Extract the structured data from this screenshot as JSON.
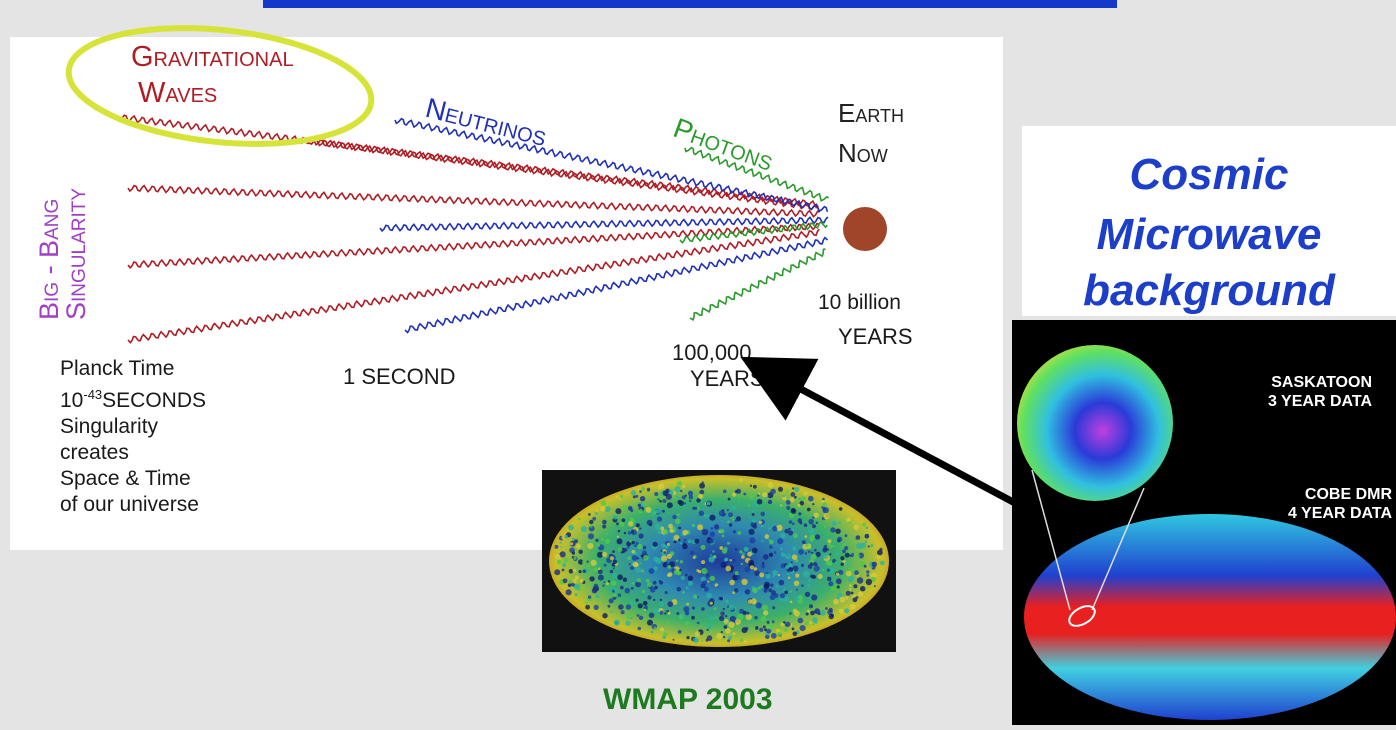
{
  "diagram": {
    "gravitational_line1": "Gravitational",
    "gravitational_line2": "Waves",
    "neutrinos": "Neutrinos",
    "photons": "Photons",
    "earth_line1": "Earth",
    "earth_line2": "Now",
    "big_bang_line1": "Big - Bang",
    "big_bang_line2": "Singularity",
    "planck_lines": [
      "Planck Time",
      "10",
      "-43",
      "SECONDS",
      "Singularity",
      "creates",
      "Space & Time",
      "of our universe"
    ],
    "one_second": "1 SECOND",
    "time_100k_line1": "100,000",
    "time_100k_line2": "YEARS",
    "billion_line1": "10 billion",
    "billion_line2": "YEARS"
  },
  "cmb": {
    "line1": "Cosmic",
    "line2": "Microwave",
    "line3": "background"
  },
  "wmap_label": "WMAP 2003",
  "cobe_panel": {
    "saskatoon_line1": "SASKATOON",
    "saskatoon_line2": "3 YEAR DATA",
    "cobe_line1": "COBE DMR",
    "cobe_line2": "4 YEAR DATA"
  },
  "colors": {
    "gravitational": "#b01c24",
    "neutrinos": "#2030b8",
    "photons": "#2a9a2a",
    "big_bang": "#a040c8",
    "highlight_ellipse": "#d6e43a",
    "earth": "#a0452a",
    "title_blue": "#1c3ec8",
    "wmap_green": "#1e7a1e"
  }
}
